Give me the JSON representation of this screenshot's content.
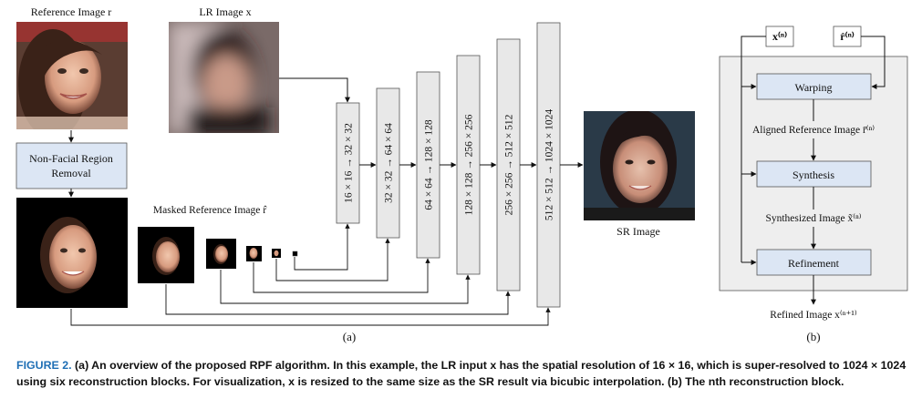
{
  "figure_a": {
    "label_reference_image": "Reference Image r",
    "label_lr_image": "LR Image x",
    "label_masked_reference": "Masked Reference Image r̂",
    "label_sr_image": "SR Image",
    "label_panel": "(a)",
    "removal_box": {
      "line1": "Non-Facial Region",
      "line2": "Removal"
    },
    "blocks": [
      "16 × 16 → 32 × 32",
      "32 × 32 → 64 × 64",
      "64 × 64 → 128 × 128",
      "128 × 128 → 256 × 256",
      "256 × 256 → 512 × 512",
      "512 × 512 → 1024 × 1024"
    ]
  },
  "figure_b": {
    "input_x": "x⁽ⁿ⁾",
    "input_r": "r̂⁽ⁿ⁾",
    "warping": "Warping",
    "aligned_label": "Aligned Reference Image r̄⁽ⁿ⁾",
    "synthesis": "Synthesis",
    "synthesized_label": "Synthesized Image x̃⁽ⁿ⁾",
    "refinement": "Refinement",
    "output_label": "Refined Image x⁽ⁿ⁺¹⁾",
    "label_panel": "(b)"
  },
  "caption": {
    "lead": "FIGURE 2.",
    "text": "(a) An overview of the proposed RPF algorithm. In this example, the LR input x has the spatial resolution of 16 × 16, which is super-resolved to 1024 × 1024 using six reconstruction blocks. For visualization, x is resized to the same size as the SR result via bicubic interpolation. (b) The nth reconstruction block."
  }
}
